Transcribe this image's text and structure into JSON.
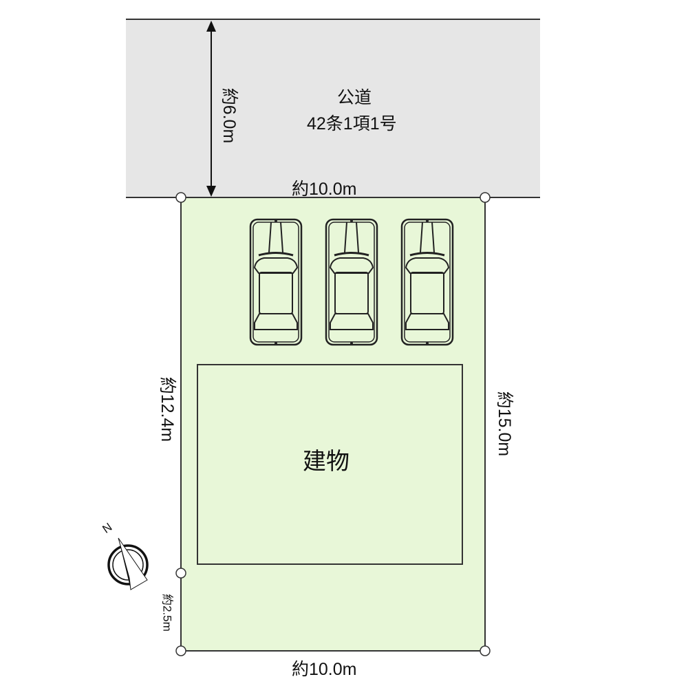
{
  "road": {
    "name": "公道",
    "type": "42条1項1号",
    "width": "約6.0m"
  },
  "frontage": "約10.0m",
  "rear": "約10.0m",
  "left_side": "約12.4m",
  "left_side_short": "約2.5m",
  "right_side": "約15.0m",
  "building": "建物",
  "compass": "N",
  "parking_spaces": 3,
  "colors": {
    "road": "#e6e6e6",
    "lot": "#e8f7d8",
    "line": "#333333"
  }
}
